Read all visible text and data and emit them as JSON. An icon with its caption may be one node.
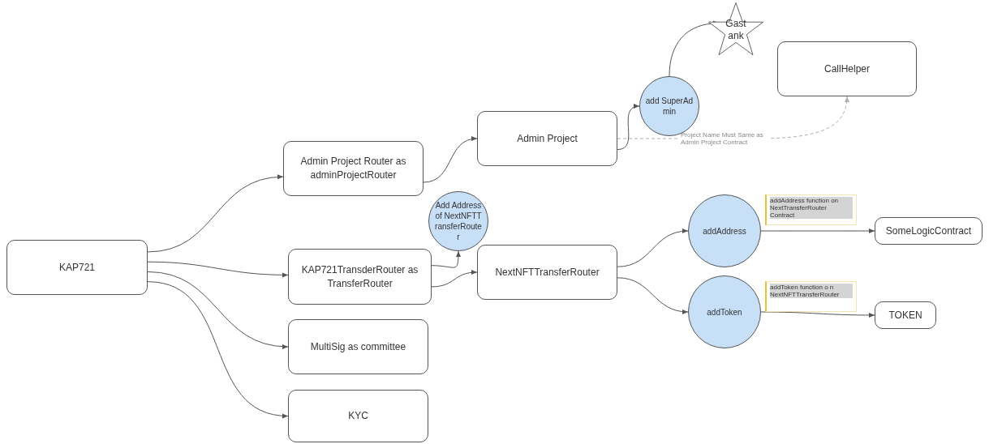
{
  "diagram": {
    "nodes": [
      {
        "text": [
          "KAP721"
        ]
      },
      {
        "text": [
          "Admin Project Router as adminProjectRouter"
        ]
      },
      {
        "text": [
          "Admin Project"
        ]
      },
      {
        "text": [
          "add SuperAdmin"
        ]
      },
      {
        "text": [
          "Gastank"
        ]
      },
      {
        "text": [
          "CallHelper"
        ]
      },
      {
        "text": [
          "Add Address of NextNFTTransferRouter"
        ]
      },
      {
        "text": [
          "KAP721TransderRouter as TransferRouter"
        ]
      },
      {
        "text": [
          "NextNFTTransferRouter"
        ]
      },
      {
        "text": [
          "addAddress"
        ]
      },
      {
        "text": [
          "addAddress function on NextTransferRouter Contract"
        ]
      },
      {
        "text": [
          "SomeLogicContract"
        ]
      },
      {
        "text": [
          "addToken"
        ]
      },
      {
        "text": [
          "addToken function o n NextNFTTransferRouter"
        ]
      },
      {
        "text": [
          "TOKEN"
        ]
      },
      {
        "text": [
          "MultiSig as committee"
        ]
      },
      {
        "text": [
          "KYC"
        ]
      }
    ],
    "edges": [
      {
        "from": 0,
        "to": 1,
        "arrow": "to"
      },
      {
        "from": 0,
        "to": 7,
        "arrow": "to"
      },
      {
        "from": 0,
        "to": 15,
        "arrow": "to"
      },
      {
        "from": 0,
        "to": 16,
        "arrow": "to"
      },
      {
        "from": 1,
        "to": 2,
        "arrow": "to"
      },
      {
        "from": 2,
        "to": 3,
        "arrow": "to"
      },
      {
        "from": 3,
        "to": 4,
        "arrow": "to"
      },
      {
        "from": 2,
        "to": 5,
        "arrow": "to",
        "label": "Project Name Must Same as Admin Project Contract",
        "style": "dashed",
        "color": "#b0b0b0"
      },
      {
        "from": 7,
        "to": 6,
        "arrow": "to"
      },
      {
        "from": 7,
        "to": 8,
        "arrow": "to"
      },
      {
        "from": 8,
        "to": 9,
        "arrow": "to"
      },
      {
        "from": 8,
        "to": 12,
        "arrow": "to"
      },
      {
        "from": 9,
        "to": 11,
        "arrow": "to"
      },
      {
        "from": 12,
        "to": 14,
        "arrow": "to"
      }
    ]
  }
}
